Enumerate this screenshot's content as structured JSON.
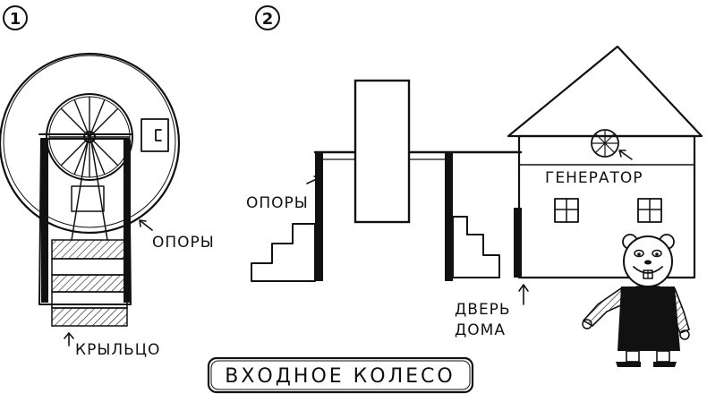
{
  "panel_1": {
    "number": "1",
    "label_supports": "ОПОРЫ",
    "label_porch": "КРЫЛЬЦО"
  },
  "panel_2": {
    "number": "2",
    "label_supports": "ОПОРЫ",
    "label_generator": "ГЕНЕРАТОР",
    "label_door_line1": "ДВЕРЬ",
    "label_door_line2": "ДОМА"
  },
  "caption": "ВХОДНОЕ КОЛЕСО"
}
